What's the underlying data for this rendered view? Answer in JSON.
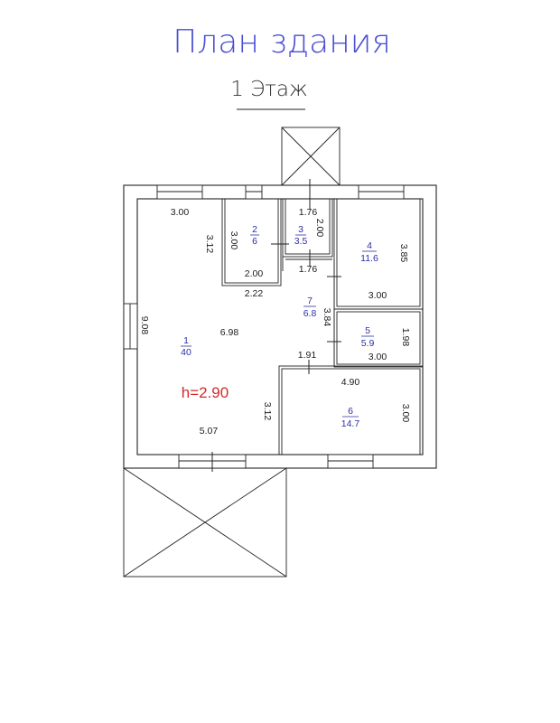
{
  "title": "План здания",
  "subtitle": "1 Этаж",
  "ceiling_height": "h=2.90",
  "colors": {
    "title": "#4a4fd1",
    "room_label": "#2b2fa6",
    "height_label": "#d42a2a",
    "lines": "#222222"
  },
  "rooms": [
    {
      "number": "1",
      "area": "40"
    },
    {
      "number": "2",
      "area": "6"
    },
    {
      "number": "3",
      "area": "3.5"
    },
    {
      "number": "4",
      "area": "11.6"
    },
    {
      "number": "5",
      "area": "5.9"
    },
    {
      "number": "6",
      "area": "14.7"
    },
    {
      "number": "7",
      "area": "6.8"
    }
  ],
  "dimensions": {
    "r1_top": "3.00",
    "r1_height": "3.12",
    "r1_depth": "9.08",
    "r1_length": "6.98",
    "r1_bottom": "5.07",
    "r1_lower": "3.12",
    "r2_height": "3.00",
    "r2_bottom": "2.00",
    "r3_top": "1.76",
    "r3_height": "2.00",
    "r7_top": "1.76",
    "r7_left": "2.22",
    "r7_height": "3.84",
    "r7_bottom": "1.91",
    "r4_height": "3.85",
    "r4_bottom": "3.00",
    "r5_height": "1.98",
    "r5_bottom": "3.00",
    "r6_top": "4.90",
    "r6_height": "3.00"
  }
}
